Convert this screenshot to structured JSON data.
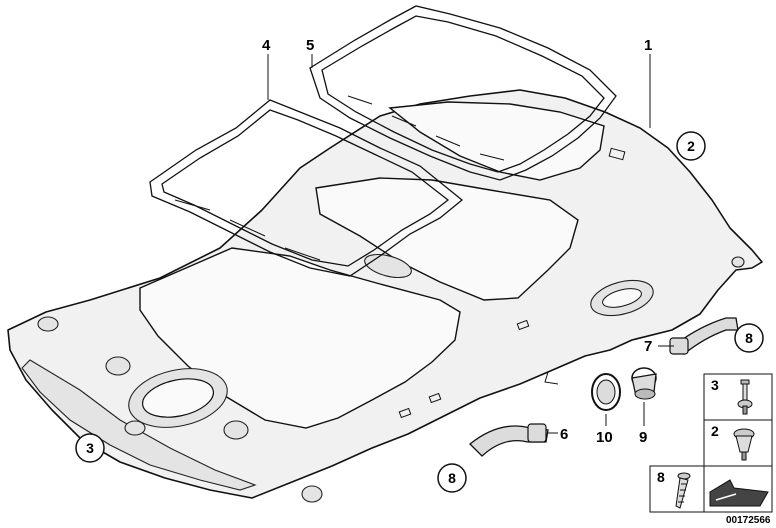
{
  "diagram": {
    "callouts": {
      "c1": "1",
      "c2": "2",
      "c3": "3",
      "c4": "4",
      "c5": "5",
      "c6": "6",
      "c7": "7",
      "c8a": "8",
      "c8b": "8",
      "c9": "9",
      "c10": "10"
    },
    "legend": {
      "row1": "3",
      "row2": "2",
      "row3": "8"
    },
    "doc_id": "00172566"
  }
}
